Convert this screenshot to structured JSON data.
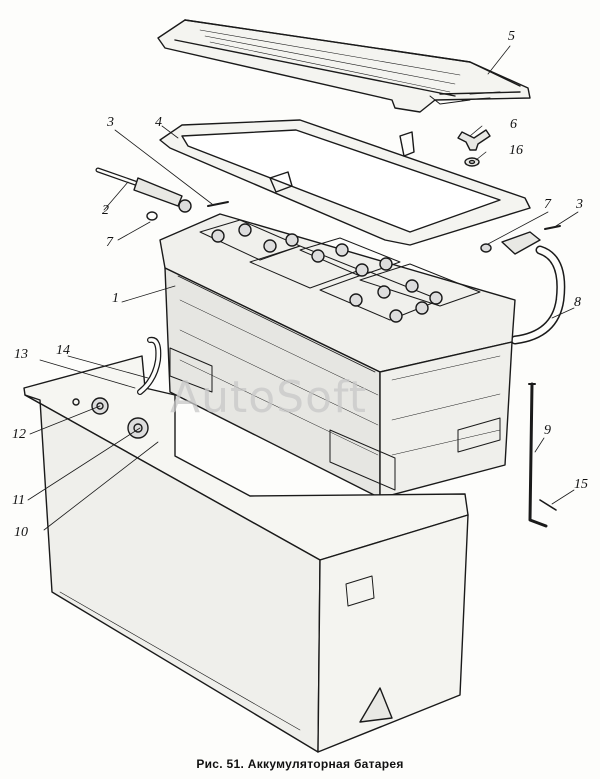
{
  "caption": "Рис. 51. Аккумуляторная батарея",
  "watermark": "AutoSoft",
  "callouts": {
    "c1": "1",
    "c2": "2",
    "c3a": "3",
    "c3b": "3",
    "c4": "4",
    "c5": "5",
    "c6": "6",
    "c7a": "7",
    "c7b": "7",
    "c8": "8",
    "c9": "9",
    "c10": "10",
    "c11": "11",
    "c12": "12",
    "c13": "13",
    "c14": "14",
    "c15": "15",
    "c16": "16"
  }
}
